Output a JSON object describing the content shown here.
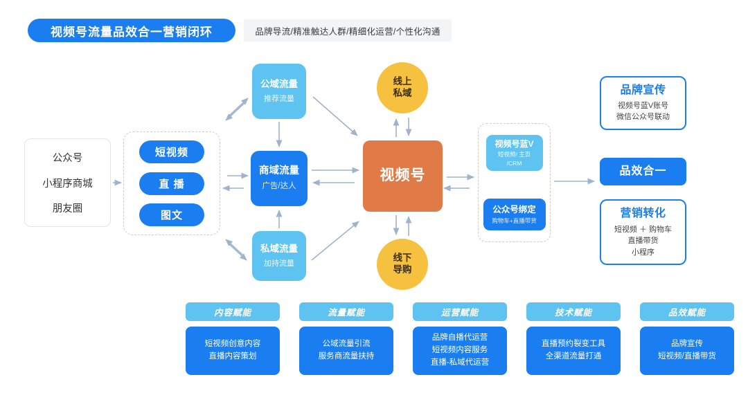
{
  "header": {
    "title": "视频号流量品效合一营销闭环",
    "subtitle": "品牌导流/精准触达人群/精细化运营/个性化沟通"
  },
  "colors": {
    "primary_blue": "#1a7df0",
    "light_blue": "#5ec3f0",
    "orange_hub": "#e07b47",
    "yellow_circle": "#f5c13e",
    "arrow_gray": "#9fb4cc",
    "panel_bg": "#f3f4f6"
  },
  "source_card": {
    "lines": [
      "公众号",
      "小程序商城",
      "朋友圈"
    ]
  },
  "format_group": {
    "buttons": [
      {
        "label": "短视频"
      },
      {
        "label": "直 播"
      },
      {
        "label": "图文"
      }
    ]
  },
  "traffic": {
    "public": {
      "title": "公域流量",
      "subtitle": "推荐流量"
    },
    "business": {
      "title": "商域流量",
      "subtitle": "广告/达人"
    },
    "private": {
      "title": "私域流量",
      "subtitle": "加持流量"
    }
  },
  "circles": {
    "online": {
      "line1": "线上",
      "line2": "私域"
    },
    "offline": {
      "line1": "线下",
      "line2": "导购"
    }
  },
  "hub": {
    "title": "视频号"
  },
  "account_group": {
    "blue_v": {
      "title": "视频号蓝V",
      "sub_line1": "短视频/ 主页",
      "sub_line2": "/CRM"
    },
    "binding": {
      "title": "公众号绑定",
      "subtitle": "购物车+直播带货"
    }
  },
  "outcomes": [
    {
      "key": "brand",
      "title": "品牌宣传",
      "details": [
        "视频号蓝V账号",
        "微信公众号联动"
      ],
      "style": "outline"
    },
    {
      "key": "combo",
      "title": "品效合一",
      "details": [],
      "style": "solid"
    },
    {
      "key": "conversion",
      "title": "营销转化",
      "details": [
        "短视频 ＋ 购物车",
        "直播带货",
        "小程序"
      ],
      "style": "outline"
    }
  ],
  "enablement": [
    {
      "head": "内容赋能",
      "items": [
        "短视频创意内容",
        "直播内容策划"
      ]
    },
    {
      "head": "流量赋能",
      "items": [
        "公域流量引流",
        "服务商流量扶持"
      ]
    },
    {
      "head": "运营赋能",
      "items": [
        "品牌自播代运营",
        "短视频内容服务",
        "直播-私域代运营"
      ]
    },
    {
      "head": "技术赋能",
      "items": [
        "直播预约裂变工具",
        "全渠道流量打通"
      ]
    },
    {
      "head": "品效赋能",
      "items": [
        "品牌宣传",
        "短视频/直播带货"
      ]
    }
  ]
}
